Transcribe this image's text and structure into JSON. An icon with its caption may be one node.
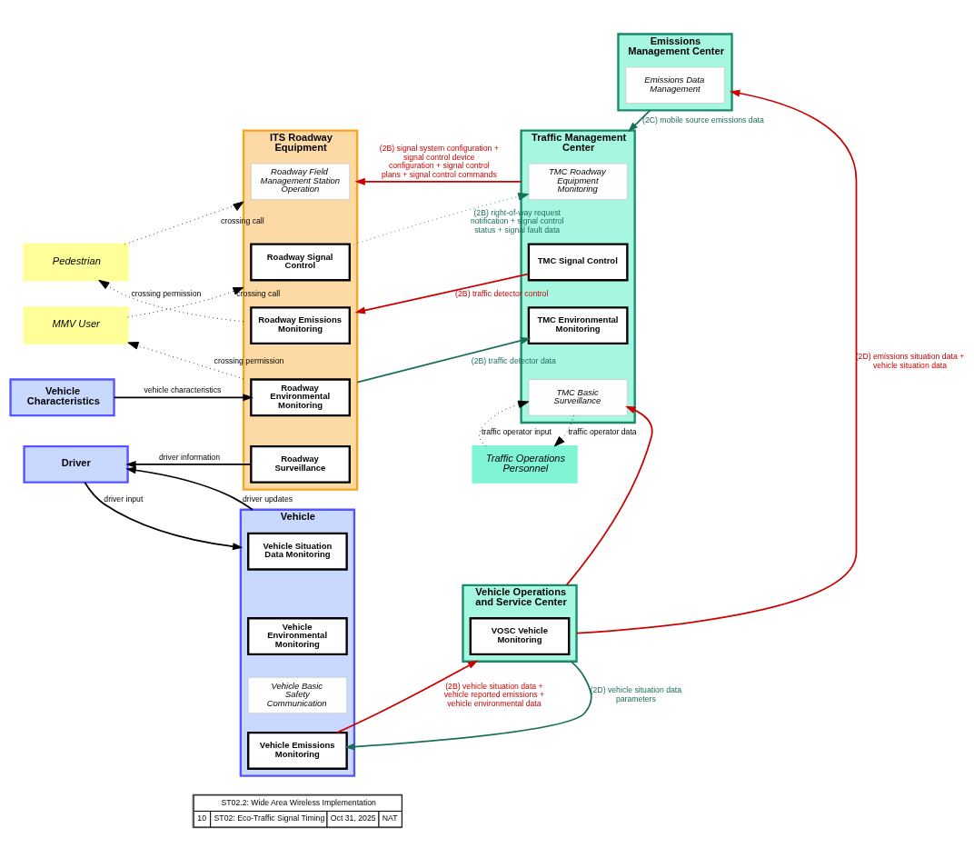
{
  "diagram": {
    "nodes": [
      {
        "text": [
          "Emissions Management Center"
        ]
      },
      {
        "text": [
          "Emissions Data Management"
        ],
        "in": 0
      },
      {
        "text": [
          "Traffic Management Center"
        ]
      },
      {
        "text": [
          "TMC Roadway Equipment Monitoring"
        ],
        "in": 2
      },
      {
        "text": [
          "TMC Signal Control"
        ],
        "in": 2
      },
      {
        "text": [
          "TMC Environmental Monitoring"
        ],
        "in": 2
      },
      {
        "text": [
          "TMC Basic Surveillance"
        ],
        "in": 2
      },
      {
        "text": [
          "Traffic Operations Personnel"
        ]
      },
      {
        "text": [
          "Vehicle Operations and Service Center"
        ]
      },
      {
        "text": [
          "VOSC Vehicle Monitoring"
        ],
        "in": 8
      },
      {
        "text": [
          "ITS Roadway Equipment"
        ]
      },
      {
        "text": [
          "Roadway Field Management Station Operation"
        ],
        "in": 10
      },
      {
        "text": [
          "Roadway Signal Control"
        ],
        "in": 10
      },
      {
        "text": [
          "Roadway Emissions Monitoring"
        ],
        "in": 10
      },
      {
        "text": [
          "Roadway Environmental Monitoring"
        ],
        "in": 10
      },
      {
        "text": [
          "Roadway Surveillance"
        ],
        "in": 10
      },
      {
        "text": [
          "Pedestrian"
        ]
      },
      {
        "text": [
          "MMV User"
        ]
      },
      {
        "text": [
          "Vehicle Characteristics"
        ]
      },
      {
        "text": [
          "Driver"
        ]
      },
      {
        "text": [
          "Vehicle"
        ]
      },
      {
        "text": [
          "Vehicle Situation Data Monitoring"
        ],
        "in": 20
      },
      {
        "text": [
          "Vehicle Environmental Monitoring"
        ],
        "in": 20
      },
      {
        "text": [
          "Vehicle Basic Safety Communication"
        ],
        "in": 20
      },
      {
        "text": [
          "Vehicle Emissions Monitoring"
        ],
        "in": 20
      }
    ],
    "edges": [
      {
        "from": 0,
        "to": 2,
        "arrow": "to",
        "label": "(2C) mobile source emissions data",
        "color": "#1b6e5a"
      },
      {
        "from": 2,
        "to": 10,
        "arrow": "to",
        "label": "(2B) signal system configuration + signal control device configuration + signal control plans + signal control commands",
        "color": "#cc0000"
      },
      {
        "from": 12,
        "to": 3,
        "arrow": "to",
        "label": "(2B) right-of-way request notification + signal control status + signal fault data",
        "style": "dashed",
        "color": "#1b6e5a"
      },
      {
        "from": 4,
        "to": 10,
        "arrow": "to",
        "label": "(2B) traffic detector control",
        "color": "#cc0000"
      },
      {
        "from": 10,
        "to": 5,
        "arrow": "to",
        "label": "(2B) traffic detector data",
        "color": "#1b6e5a"
      },
      {
        "from": 10,
        "to": 16,
        "arrow": "to",
        "label": "crossing permission",
        "style": "dashed"
      },
      {
        "from": 16,
        "to": 10,
        "arrow": "to",
        "label": "crossing call",
        "style": "dashed"
      },
      {
        "from": 10,
        "to": 17,
        "arrow": "to",
        "label": "crossing permission",
        "style": "dashed"
      },
      {
        "from": 17,
        "to": 10,
        "arrow": "to",
        "label": "crossing call",
        "style": "dashed"
      },
      {
        "from": 18,
        "to": 14,
        "arrow": "to",
        "label": "vehicle characteristics"
      },
      {
        "from": 15,
        "to": 19,
        "arrow": "to",
        "label": "driver information"
      },
      {
        "from": 19,
        "to": 20,
        "arrow": "to",
        "label": "driver input"
      },
      {
        "from": 20,
        "to": 19,
        "arrow": "to",
        "label": "driver updates"
      },
      {
        "from": 7,
        "to": 6,
        "arrow": "to",
        "label": "traffic operator input",
        "style": "dashed"
      },
      {
        "from": 6,
        "to": 7,
        "arrow": "to",
        "label": "traffic operator data",
        "style": "dashed"
      },
      {
        "from": 8,
        "to": 0,
        "arrow": "to",
        "label": "(2D) emissions situation data + vehicle situation data",
        "color": "#cc0000"
      },
      {
        "from": 8,
        "to": 6,
        "arrow": "to",
        "color": "#cc0000"
      },
      {
        "from": 8,
        "to": 24,
        "arrow": "to",
        "label": "(2D) vehicle situation data parameters",
        "color": "#1b6e5a"
      },
      {
        "from": 24,
        "to": 8,
        "arrow": "to",
        "label": "(2B) vehicle situation data + vehicle reported emissions + vehicle environmental data",
        "color": "#cc0000"
      }
    ],
    "labels": [
      "ST02.2: Wide Area Wireless Implementation",
      "10",
      "ST02: Eco-Traffic Signal Timing",
      "Oct 31, 2025",
      "NAT"
    ]
  }
}
